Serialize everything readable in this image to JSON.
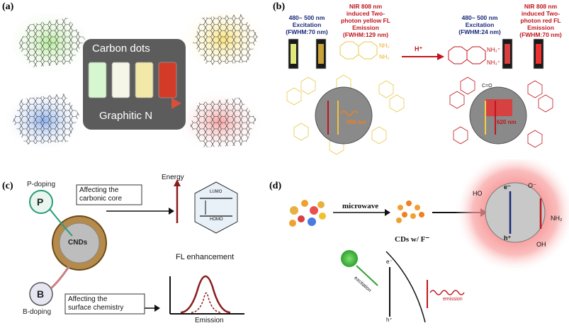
{
  "panel_a": {
    "label": "(a)",
    "title_top": "Carbon dots",
    "title_bottom": "Graphitic N"
  },
  "panel_b": {
    "label": "(b)",
    "left_excitation": [
      "480~ 500 nm",
      "Excitation",
      "(FWHM:70 nm)"
    ],
    "left_emission": [
      "NIR 808 nm",
      "induced Two-",
      "photon yellow FL",
      "Emission",
      "(FWHM:129 nm)"
    ],
    "right_excitation": [
      "480~ 500 nm",
      "Excitation",
      "(FWHM:24 nm)"
    ],
    "right_emission": [
      "NIR 808 nm",
      "induced Two-",
      "photon red FL",
      "Emission",
      "(FWHM:70 nm)"
    ],
    "proton": "H⁺",
    "nh2": "NH₂",
    "nh3": "NH₃⁺",
    "left_wavelength": "550 nm",
    "right_wavelength": "620 nm",
    "co": "C=O"
  },
  "panel_c": {
    "label": "(c)",
    "p_doping": "P-doping",
    "p": "P",
    "b": "B",
    "b_doping": "B-doping",
    "cnds": "CNDs",
    "core_text": [
      "Affecting the",
      "carbonic core"
    ],
    "surface_text": [
      "Affecting the",
      "surface chemistry"
    ],
    "energy": "Energy",
    "lumo": "LUMO",
    "homo": "HOMO",
    "fl_enhancement": "FL enhancement",
    "emission": "Emission"
  },
  "panel_d": {
    "label": "(d)",
    "microwave": "microwave",
    "cds": "CDs w/ F⁻",
    "ho": "HO",
    "oh": "OH",
    "o_minus": "O⁻",
    "nh2": "NH₂",
    "e": "e⁻",
    "h": "h⁺",
    "excitation": "excitation",
    "emission": "emission"
  },
  "colors": {
    "green_glow": "#c8f0b0",
    "yellow_glow": "#fbe9a0",
    "blue_glow": "#a9c4f0",
    "red_glow": "#f7b8b8",
    "navy": "#1a2a7a",
    "red_text": "#c0161c",
    "dark_red": "#8b1c1c",
    "teal": "#2a9a7a"
  }
}
